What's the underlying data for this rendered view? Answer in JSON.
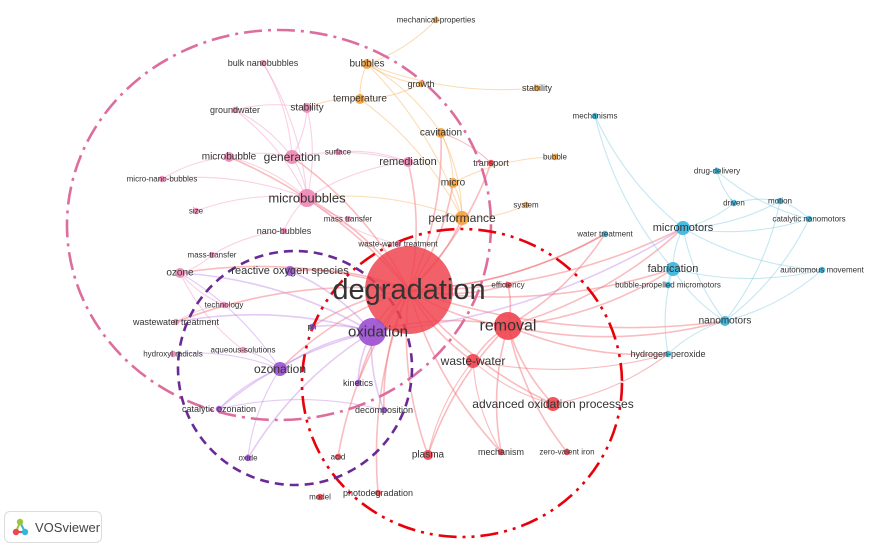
{
  "colors": {
    "red": "#f0444f",
    "pink": "#ef86b4",
    "orange": "#f5a138",
    "blue": "#35b5dc",
    "purple": "#9b4fd1",
    "pink_dashdot": "#dd6d9d",
    "red_dashdot": "#e8000a",
    "purple_dash": "#6a2a96"
  },
  "clusters": {
    "red": {
      "edge_color": "#f26a72"
    },
    "pink": {
      "edge_color": "#f29ac3"
    },
    "orange": {
      "edge_color": "#f7b25e"
    },
    "blue": {
      "edge_color": "#7ec9e4"
    },
    "purple": {
      "edge_color": "#c48ae6"
    }
  },
  "nodes": [
    {
      "label": "degradation",
      "cluster": "red",
      "weight": 10,
      "font": 29
    },
    {
      "label": "removal",
      "cluster": "red",
      "weight": 6,
      "font": 16
    },
    {
      "label": "oxidation",
      "cluster": "purple",
      "weight": 6,
      "font": 15
    },
    {
      "label": "waste-water",
      "cluster": "red",
      "weight": 3,
      "font": 12
    },
    {
      "label": "advanced oxidation processes",
      "cluster": "red",
      "weight": 3,
      "font": 12
    },
    {
      "label": "ozonation",
      "cluster": "purple",
      "weight": 3,
      "font": 12
    },
    {
      "label": "plasma",
      "cluster": "red",
      "weight": 2,
      "font": 10
    },
    {
      "label": "mechanism",
      "cluster": "red",
      "weight": 1,
      "font": 9
    },
    {
      "label": "zero-valent iron",
      "cluster": "red",
      "weight": 1,
      "font": 8
    },
    {
      "label": "photodegradation",
      "cluster": "red",
      "weight": 1,
      "font": 9
    },
    {
      "label": "acid",
      "cluster": "red",
      "weight": 1,
      "font": 8
    },
    {
      "label": "model",
      "cluster": "red",
      "weight": 1,
      "font": 8
    },
    {
      "label": "efficiency",
      "cluster": "red",
      "weight": 1,
      "font": 8
    },
    {
      "label": "kinetics",
      "cluster": "purple",
      "weight": 1,
      "font": 9
    },
    {
      "label": "decomposition",
      "cluster": "purple",
      "weight": 1,
      "font": 9
    },
    {
      "label": "catalytic ozonation",
      "cluster": "purple",
      "weight": 1,
      "font": 9
    },
    {
      "label": "oxide",
      "cluster": "purple",
      "weight": 1,
      "font": 8
    },
    {
      "label": "reactive oxygen species",
      "cluster": "purple",
      "weight": 2,
      "font": 11
    },
    {
      "label": "ph",
      "cluster": "purple",
      "weight": 1,
      "font": 8
    },
    {
      "label": "performance",
      "cluster": "orange",
      "weight": 3,
      "font": 12
    },
    {
      "label": "micro",
      "cluster": "orange",
      "weight": 2,
      "font": 10
    },
    {
      "label": "cavitation",
      "cluster": "orange",
      "weight": 2,
      "font": 10
    },
    {
      "label": "bubbles",
      "cluster": "orange",
      "weight": 2,
      "font": 10
    },
    {
      "label": "temperature",
      "cluster": "orange",
      "weight": 2,
      "font": 10
    },
    {
      "label": "growth",
      "cluster": "orange",
      "weight": 1,
      "font": 9
    },
    {
      "label": "stability",
      "cluster": "orange",
      "weight": 1,
      "font": 9
    },
    {
      "label": "mechanical-properties",
      "cluster": "orange",
      "weight": 1,
      "font": 8
    },
    {
      "label": "bubble",
      "cluster": "orange",
      "weight": 1,
      "font": 8
    },
    {
      "label": "transport",
      "cluster": "red",
      "weight": 1,
      "font": 9
    },
    {
      "label": "system",
      "cluster": "orange",
      "weight": 1,
      "font": 8
    },
    {
      "label": "surface",
      "cluster": "pink",
      "weight": 1,
      "font": 8
    },
    {
      "label": "remediation",
      "cluster": "pink",
      "weight": 2,
      "font": 11
    },
    {
      "label": "microbubbles",
      "cluster": "pink",
      "weight": 4,
      "font": 13
    },
    {
      "label": "generation",
      "cluster": "pink",
      "weight": 3,
      "font": 12
    },
    {
      "label": "microbubble",
      "cluster": "pink",
      "weight": 2,
      "font": 10
    },
    {
      "label": "stability",
      "cluster": "pink",
      "weight": 2,
      "font": 10
    },
    {
      "label": "groundwater",
      "cluster": "pink",
      "weight": 1,
      "font": 9
    },
    {
      "label": "bulk nanobubbles",
      "cluster": "pink",
      "weight": 1,
      "font": 9
    },
    {
      "label": "micro-nano-bubbles",
      "cluster": "pink",
      "weight": 1,
      "font": 8
    },
    {
      "label": "size",
      "cluster": "pink",
      "weight": 1,
      "font": 8
    },
    {
      "label": "nano-bubbles",
      "cluster": "pink",
      "weight": 1,
      "font": 9
    },
    {
      "label": "mass transfer",
      "cluster": "pink",
      "weight": 1,
      "font": 8
    },
    {
      "label": "mass-transfer",
      "cluster": "pink",
      "weight": 1,
      "font": 8
    },
    {
      "label": "waste-water treatment",
      "cluster": "pink",
      "weight": 1,
      "font": 8
    },
    {
      "label": "ozone",
      "cluster": "pink",
      "weight": 2,
      "font": 10
    },
    {
      "label": "technology",
      "cluster": "pink",
      "weight": 1,
      "font": 8
    },
    {
      "label": "wastewater treatment",
      "cluster": "pink",
      "weight": 1,
      "font": 9
    },
    {
      "label": "aqueous-solutions",
      "cluster": "pink",
      "weight": 1,
      "font": 8
    },
    {
      "label": "hydroxyl radicals",
      "cluster": "pink",
      "weight": 1,
      "font": 8
    },
    {
      "label": "micromotors",
      "cluster": "blue",
      "weight": 3,
      "font": 11
    },
    {
      "label": "fabrication",
      "cluster": "blue",
      "weight": 3,
      "font": 11
    },
    {
      "label": "nanomotors",
      "cluster": "blue",
      "weight": 2,
      "font": 10
    },
    {
      "label": "hydrogen-peroxide",
      "cluster": "blue",
      "weight": 1,
      "font": 9
    },
    {
      "label": "water treatment",
      "cluster": "blue",
      "weight": 1,
      "font": 8
    },
    {
      "label": "bubble-propelled micromotors",
      "cluster": "blue",
      "weight": 1,
      "font": 8
    },
    {
      "label": "autonomous movement",
      "cluster": "blue",
      "weight": 1,
      "font": 8
    },
    {
      "label": "catalytic nanomotors",
      "cluster": "blue",
      "weight": 1,
      "font": 8
    },
    {
      "label": "motion",
      "cluster": "blue",
      "weight": 1,
      "font": 8
    },
    {
      "label": "driven",
      "cluster": "blue",
      "weight": 1,
      "font": 8
    },
    {
      "label": "drug-delivery",
      "cluster": "blue",
      "weight": 1,
      "font": 8
    },
    {
      "label": "mechanisms",
      "cluster": "blue",
      "weight": 1,
      "font": 8
    }
  ],
  "links": [
    [
      0,
      1
    ],
    [
      0,
      2
    ],
    [
      0,
      3
    ],
    [
      0,
      4
    ],
    [
      0,
      5
    ],
    [
      0,
      6
    ],
    [
      0,
      7
    ],
    [
      0,
      9
    ],
    [
      0,
      10
    ],
    [
      0,
      12
    ],
    [
      0,
      13
    ],
    [
      0,
      14
    ],
    [
      0,
      17
    ],
    [
      0,
      19
    ],
    [
      0,
      20
    ],
    [
      0,
      21
    ],
    [
      0,
      31
    ],
    [
      0,
      32
    ],
    [
      0,
      33
    ],
    [
      0,
      34
    ],
    [
      0,
      44
    ],
    [
      0,
      46
    ],
    [
      0,
      49
    ],
    [
      0,
      50
    ],
    [
      0,
      51
    ],
    [
      0,
      53
    ],
    [
      0,
      28
    ],
    [
      0,
      18
    ],
    [
      1,
      3
    ],
    [
      1,
      4
    ],
    [
      1,
      6
    ],
    [
      1,
      7
    ],
    [
      1,
      8
    ],
    [
      1,
      2
    ],
    [
      1,
      50
    ],
    [
      1,
      51
    ],
    [
      1,
      49
    ],
    [
      1,
      52
    ],
    [
      1,
      12
    ],
    [
      2,
      5
    ],
    [
      2,
      13
    ],
    [
      2,
      14
    ],
    [
      2,
      15
    ],
    [
      2,
      16
    ],
    [
      2,
      17
    ],
    [
      2,
      18
    ],
    [
      2,
      44
    ],
    [
      2,
      46
    ],
    [
      2,
      49
    ],
    [
      3,
      4
    ],
    [
      3,
      6
    ],
    [
      3,
      7
    ],
    [
      5,
      15
    ],
    [
      5,
      44
    ],
    [
      5,
      16
    ],
    [
      5,
      47
    ],
    [
      5,
      48
    ],
    [
      14,
      15
    ],
    [
      19,
      20
    ],
    [
      19,
      21
    ],
    [
      19,
      22
    ],
    [
      19,
      23
    ],
    [
      19,
      32
    ],
    [
      19,
      29
    ],
    [
      20,
      21
    ],
    [
      21,
      22
    ],
    [
      22,
      23
    ],
    [
      22,
      24
    ],
    [
      22,
      25
    ],
    [
      22,
      26
    ],
    [
      23,
      24
    ],
    [
      23,
      35
    ],
    [
      27,
      20
    ],
    [
      28,
      21
    ],
    [
      32,
      33
    ],
    [
      32,
      34
    ],
    [
      32,
      35
    ],
    [
      32,
      36
    ],
    [
      32,
      37
    ],
    [
      32,
      38
    ],
    [
      32,
      39
    ],
    [
      32,
      40
    ],
    [
      32,
      41
    ],
    [
      32,
      43
    ],
    [
      33,
      34
    ],
    [
      33,
      35
    ],
    [
      33,
      36
    ],
    [
      33,
      37
    ],
    [
      34,
      38
    ],
    [
      35,
      36
    ],
    [
      31,
      30
    ],
    [
      31,
      32
    ],
    [
      31,
      33
    ],
    [
      40,
      42
    ],
    [
      44,
      45
    ],
    [
      44,
      42
    ],
    [
      44,
      47
    ],
    [
      45,
      46
    ],
    [
      49,
      50
    ],
    [
      49,
      51
    ],
    [
      49,
      56
    ],
    [
      49,
      57
    ],
    [
      49,
      58
    ],
    [
      49,
      55
    ],
    [
      50,
      51
    ],
    [
      50,
      54
    ],
    [
      50,
      55
    ],
    [
      50,
      52
    ],
    [
      51,
      52
    ],
    [
      51,
      55
    ],
    [
      51,
      56
    ],
    [
      51,
      57
    ],
    [
      56,
      57
    ],
    [
      57,
      58
    ],
    [
      59,
      58
    ],
    [
      59,
      56
    ],
    [
      60,
      49
    ],
    [
      60,
      50
    ],
    [
      0,
      53
    ],
    [
      3,
      52
    ],
    [
      4,
      52
    ],
    [
      1,
      53
    ]
  ]
}
